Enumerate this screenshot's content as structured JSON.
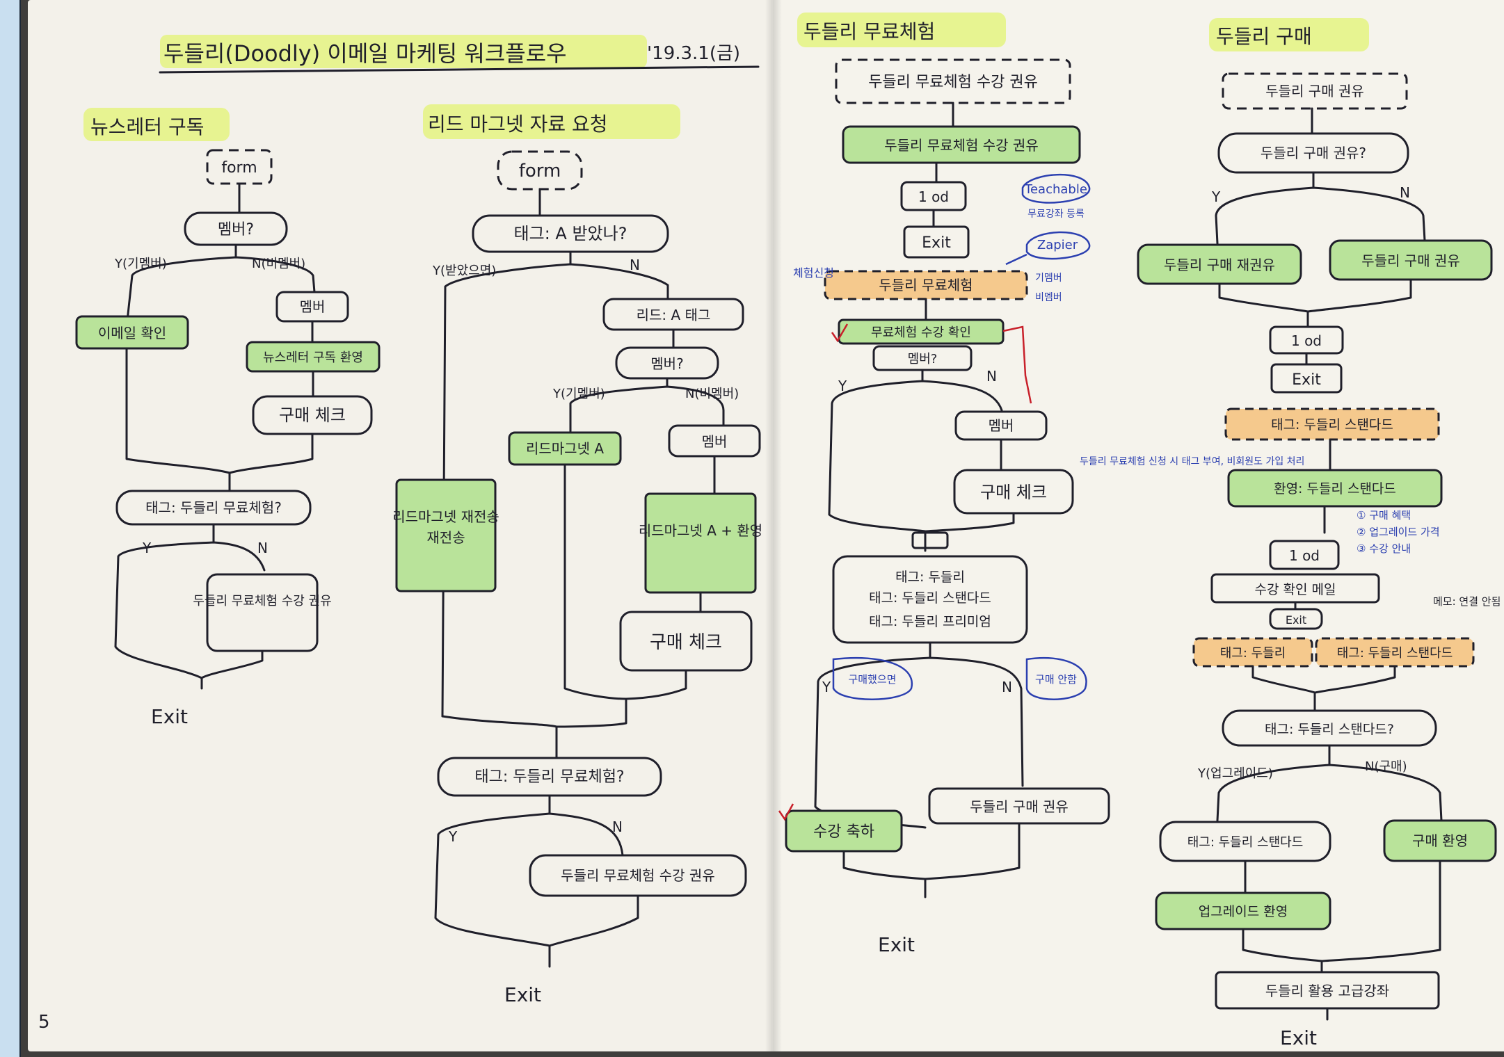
{
  "page_title": "두들리(Doodly) 이메일 마케팅 워크플로우",
  "page_date": "'19.3.1(금)",
  "page_number": "5",
  "sections": {
    "newsletter": "뉴스레터 구독",
    "lead": "리드 마그넷 자료 요청",
    "trial": "두들리 무료체험",
    "purchase": "두들리 구매"
  },
  "labels": {
    "form": "form",
    "exit": "Exit",
    "yes": "Y",
    "no": "N",
    "is_member": "멤버?",
    "y_member": "Y(기멤버)",
    "n_nonmember": "N(비멤버)",
    "y_member_short": "Y(기멤버)",
    "n_nonmember_full": "N(비멤버)",
    "register_member": "멤버",
    "email_confirm": "이메일 확인",
    "newsletter_register": "뉴스레터 구독 환영",
    "purchase_check": "구매 체크",
    "trial_tag_q": "태그: 두들리 무료체험?",
    "trial_offer_tag": "두들리 무료체험 수강 권유",
    "lead_tag_q": "태그: A 받았나?",
    "y_received": "Y(받았으면)",
    "lead_register_tag": "리드: A 태그",
    "lead_member_q": "멤버?",
    "lead_member": "멤버",
    "lead_email": "리드마그넷 A",
    "lead_email_welcome": "리드마그넷 A + 환영",
    "lead_resend": "리드마그넷 재전송",
    "lead_resend_top": "재전송",
    "lead_trial_q": "태그: 두들리 무료체험?",
    "lead_trial_offer": "두들리 무료체험 수강 권유",
    "trial_email_offer": "두들리 무료체험 수강 권유",
    "trial_mail_offer": "두들리 무료체험 수강 권유",
    "od": "1 od",
    "trial_tag": "두들리 무료체험",
    "trial_confirmed": "무료체험 수강 확인",
    "trial_member_q": "멤버?",
    "trial_member": "멤버",
    "trial_purchase_check": "구매 체크",
    "tag_doodly": "태그: 두들리",
    "tag_standard": "태그: 두들리 스탠다드",
    "tag_premium": "태그: 두들리 프리미엄",
    "trial_y_note": "구매했으면",
    "trial_n_note": "구매 안함",
    "thanks_email": "수강 축하",
    "trial_purchase_offer": "두들리 구매 권유",
    "purchase_offer_tag": "두들리 구매 권유",
    "purchase_offer_mail": "두들리 구매 권유?",
    "purchase_reoffer": "두들리 구매 재권유",
    "purchase_offer2": "두들리 구매 권유",
    "standard_tag": "태그: 두들리 스탠다드",
    "standard_mail": "환영: 두들리 스탠다드",
    "benefits_1": "① 구매 혜택",
    "benefits_2": "② 업그레이드 가격",
    "benefits_3": "③ 수강 안내",
    "course_confirm": "수강 확인 메일",
    "od2": "1 od",
    "exit_small": "Exit",
    "tag_doodly2": "태그: 두들리",
    "tag_standard2": "태그: 두들리 스탠다드",
    "standard_q": "태그: 두들리 스탠다드?",
    "y_upgrade": "Y(업그레이드)",
    "n_purchase": "N(구매)",
    "tag_standard_remove": "태그: 두들리 스탠다드",
    "purchase_thanks": "구매 환영",
    "upgrade_thanks": "업그레이드 환영",
    "advanced_offer": "두들리 활용 고급강좌",
    "side_note": "메모: 연결 안됨",
    "trial_note_blue": "두들리 무료체험 신청 시 태그 부여, 비회원도 가입 처리",
    "zap_1": "Teachable",
    "zap_2": "Zapier",
    "zap_3": "무료강좌 등록",
    "member_note": "기멤버",
    "member_note2": "비멤버",
    "side_left": "체험신청"
  },
  "colors": {
    "email_box": "#b9e39a",
    "tag_box": "#f5c98d",
    "highlight": "#e3f47a",
    "note_ink": "#2b3fb0",
    "check_ink": "#c8202a"
  }
}
